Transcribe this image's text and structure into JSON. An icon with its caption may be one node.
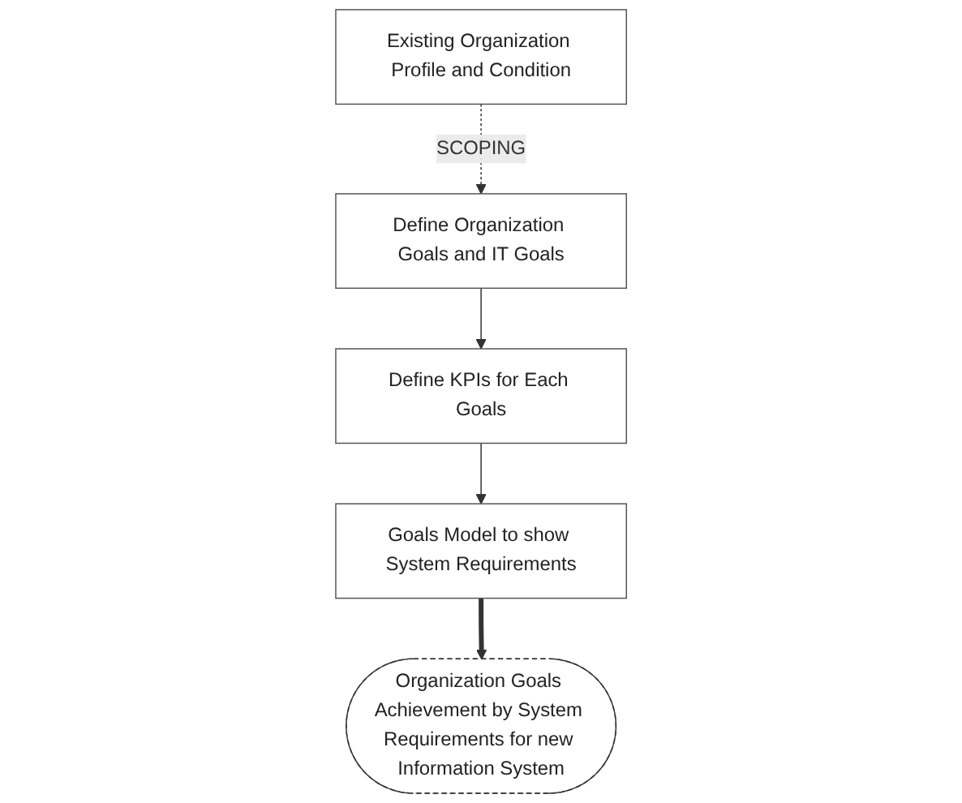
{
  "diagram": {
    "nodes": [
      {
        "text": [
          "Define Organization Goals and IT Goals"
        ]
      },
      {
        "text": [
          "Existing Organization Profile and Condition"
        ]
      },
      {
        "text": [
          "Define KPIs for Each Goals"
        ]
      },
      {
        "text": [
          "Goals Model to show System Requirements"
        ]
      },
      {
        "text": [
          "Organization Goals Achievement by System Requirements for new Information System"
        ]
      }
    ],
    "edges": [
      {
        "from": 1,
        "to": 0,
        "arrow": "to",
        "style": "dashed",
        "label": "SCOPING"
      },
      {
        "from": 0,
        "to": 2,
        "arrow": "to"
      },
      {
        "from": 2,
        "to": 3,
        "arrow": "to"
      },
      {
        "from": 3,
        "to": 4,
        "arrow": "to",
        "style": "thick"
      }
    ]
  }
}
